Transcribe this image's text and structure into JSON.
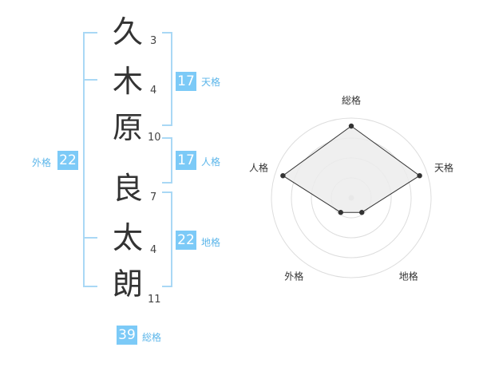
{
  "name": {
    "characters": [
      {
        "char": "久",
        "strokes": "3"
      },
      {
        "char": "木",
        "strokes": "4"
      },
      {
        "char": "原",
        "strokes": "10"
      },
      {
        "char": "良",
        "strokes": "7"
      },
      {
        "char": "太",
        "strokes": "4"
      },
      {
        "char": "朗",
        "strokes": "11"
      }
    ]
  },
  "kakusu": {
    "tenkaku": {
      "value": "17",
      "label": "天格"
    },
    "jinkaku": {
      "value": "17",
      "label": "人格"
    },
    "chikaku": {
      "value": "22",
      "label": "地格"
    },
    "gaikaku": {
      "value": "22",
      "label": "外格"
    },
    "soukaku": {
      "value": "39",
      "label": "総格"
    }
  },
  "radar": {
    "axes": [
      "総格",
      "天格",
      "地格",
      "外格",
      "人格"
    ],
    "levels": 4,
    "values": [
      4,
      4,
      1,
      1,
      4
    ],
    "max": 4,
    "colors": {
      "fill": "#ececec",
      "stroke": "#333333",
      "grid": "#dddddd",
      "center": "#cccccc"
    }
  },
  "colors": {
    "accent": "#7ccaf7",
    "bracket": "#a9d8f5",
    "label": "#5cb6ea"
  }
}
